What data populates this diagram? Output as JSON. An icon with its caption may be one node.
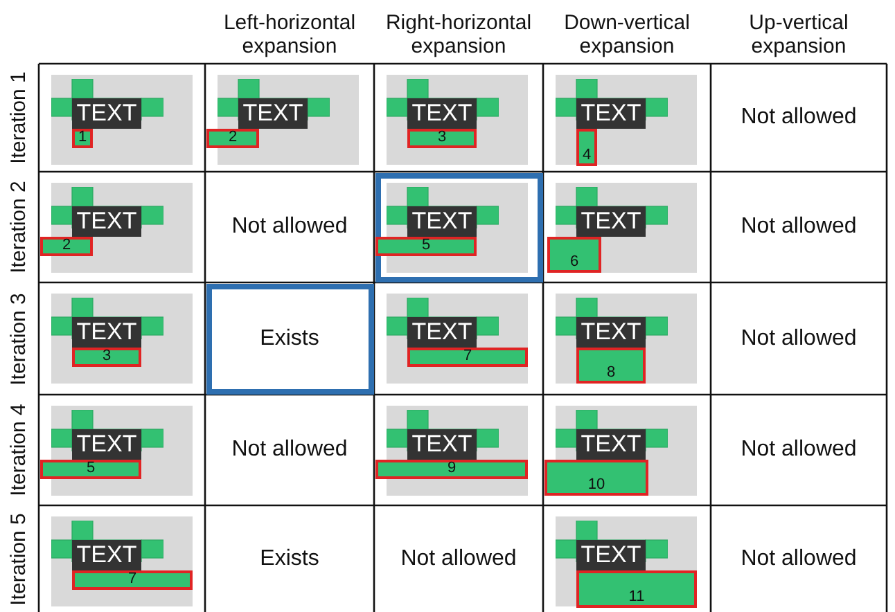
{
  "diagram": {
    "nodes": [
      {
        "text": [
          "TEXT"
        ]
      },
      {
        "text": [
          "1"
        ]
      },
      {
        "text": [
          "TEXT"
        ]
      },
      {
        "text": [
          "2"
        ]
      },
      {
        "text": [
          "TEXT"
        ]
      },
      {
        "text": [
          "3"
        ]
      },
      {
        "text": [
          "TEXT"
        ]
      },
      {
        "text": [
          "4"
        ]
      },
      {
        "text": [
          "TEXT"
        ]
      },
      {
        "text": [
          "2"
        ]
      },
      {
        "text": [
          "TEXT"
        ]
      },
      {
        "text": [
          "5"
        ]
      },
      {
        "text": [
          "TEXT"
        ]
      },
      {
        "text": [
          "6"
        ]
      },
      {
        "text": [
          "TEXT"
        ]
      },
      {
        "text": [
          "3"
        ]
      },
      {
        "text": [
          "TEXT"
        ]
      },
      {
        "text": [
          "7"
        ]
      },
      {
        "text": [
          "TEXT"
        ]
      },
      {
        "text": [
          "8"
        ]
      },
      {
        "text": [
          "TEXT"
        ]
      },
      {
        "text": [
          "5"
        ]
      },
      {
        "text": [
          "TEXT"
        ]
      },
      {
        "text": [
          "9"
        ]
      },
      {
        "text": [
          "TEXT"
        ]
      },
      {
        "text": [
          "10"
        ]
      },
      {
        "text": [
          "TEXT"
        ]
      },
      {
        "text": [
          "7"
        ]
      },
      {
        "text": [
          "TEXT"
        ]
      },
      {
        "text": [
          "11"
        ]
      }
    ],
    "labels": [
      "Left-horizontal expansion",
      "Right-horizontal expansion",
      "Down-vertical expansion",
      "Up-vertical expansion",
      "Iteration 1",
      "Not allowed",
      "Iteration 2",
      "Not allowed",
      "Not allowed",
      "Iteration 3",
      "Exists",
      "Not allowed",
      "Iteration 4",
      "Not allowed",
      "Not allowed",
      "Iteration 5",
      "Exists",
      "Not allowed",
      "Not allowed"
    ]
  }
}
